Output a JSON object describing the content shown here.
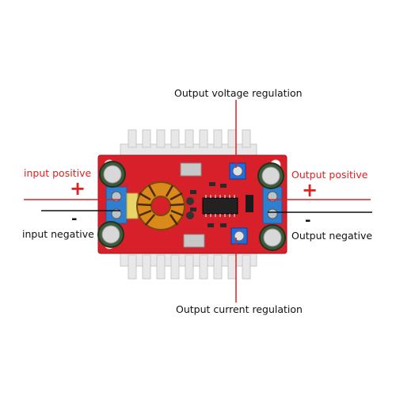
{
  "annotations": {
    "voltage_label": "Output voltage regulation",
    "current_label": "Output current regulation",
    "input_positive": "input positive",
    "input_negative": "input negative",
    "output_positive": "Output positive",
    "output_negative": "Output negative",
    "plus_sign": "+",
    "minus_sign": "-"
  },
  "colors": {
    "pcb": "#d8202a",
    "heatsink": "#e6e6e6",
    "capacitor": "#3d5a3a",
    "inductor": "#d98a1a",
    "terminal": "#2f7fd0",
    "potentiometer": "#1f6fe0",
    "callout_line": "#e02020"
  }
}
